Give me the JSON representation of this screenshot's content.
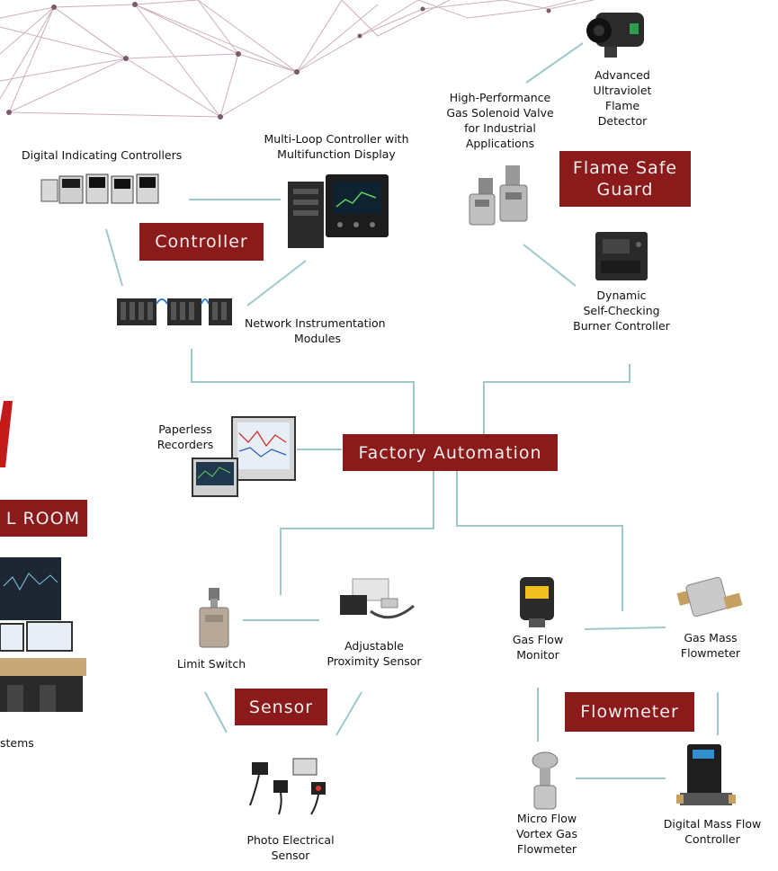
{
  "category_boxes": {
    "controller": "Controller",
    "flame_safe_guard": [
      "Flame Safe",
      "Guard"
    ],
    "factory_automation": "Factory Automation",
    "sensor": "Sensor",
    "flowmeter": "Flowmeter",
    "control_room_partial": "L ROOM"
  },
  "labels": {
    "digital_indicating_controllers": "Digital Indicating Controllers",
    "multi_loop_controller": [
      "Multi-Loop Controller with",
      "Multifunction Display"
    ],
    "network_instrumentation": [
      "Network Instrumentation",
      "Modules"
    ],
    "solenoid_valve": [
      "High-Performance",
      "Gas Solenoid Valve",
      "for Industrial",
      "Applications"
    ],
    "uv_flame_detector": [
      "Advanced",
      "Ultraviolet",
      "Flame",
      "Detector"
    ],
    "burner_controller": [
      "Dynamic",
      "Self-Checking",
      "Burner Controller"
    ],
    "paperless_recorders": [
      "Paperless",
      "Recorders"
    ],
    "limit_switch": "Limit Switch",
    "proximity_sensor": [
      "Adjustable",
      "Proximity Sensor"
    ],
    "photo_sensor": [
      "Photo Electrical",
      "Sensor"
    ],
    "gas_flow_monitor": [
      "Gas Flow",
      "Monitor"
    ],
    "gas_mass_flowmeter": [
      "Gas Mass",
      "Flowmeter"
    ],
    "micro_flow_vortex": [
      "Micro Flow",
      "Vortex Gas",
      "Flowmeter"
    ],
    "digital_mass_flow": [
      "Digital Mass Flow",
      "Controller"
    ],
    "systems_partial": "stems"
  },
  "colors": {
    "accent": "#8b1a1a",
    "connector": "#9ec9cb",
    "network": "#c9a9b6"
  }
}
